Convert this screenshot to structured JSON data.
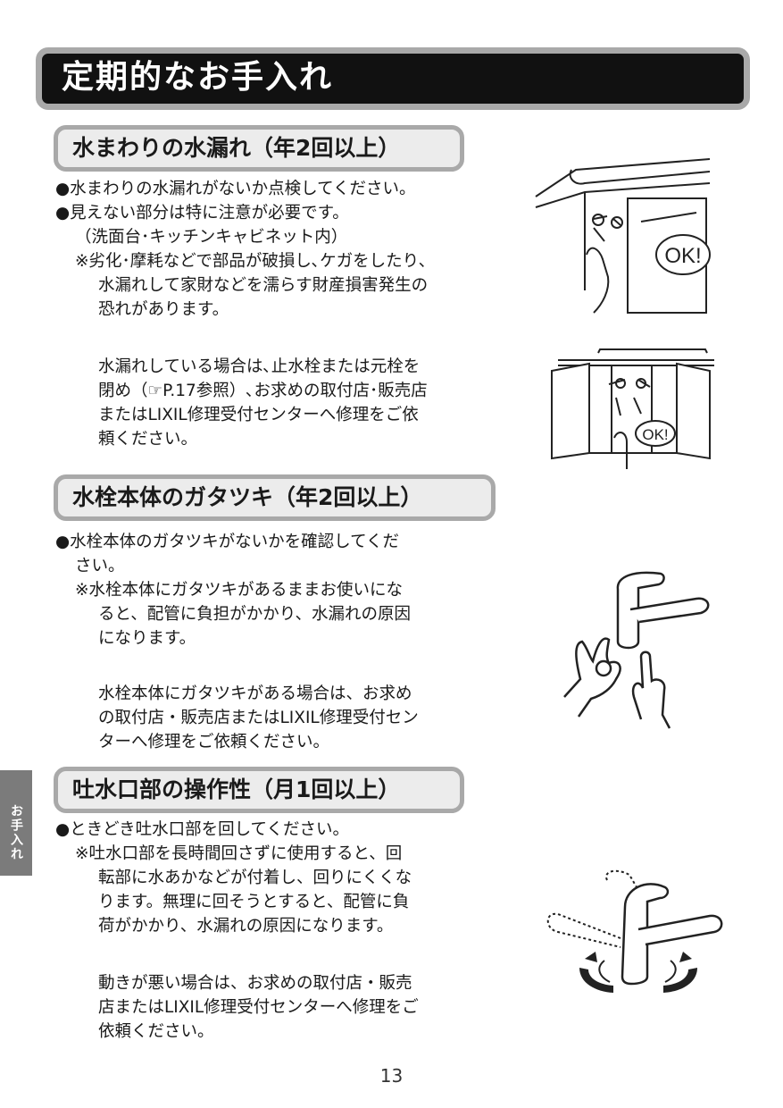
{
  "title": "定期的なお手入れ",
  "sections": [
    {
      "heading": "水まわりの水漏れ（年2回以上）",
      "lines": [
        "●水まわりの水漏れがないか点検してください。",
        "●見えない部分は特に注意が必要です。",
        "（洗面台･キッチンキャビネット内）",
        "※劣化･摩耗などで部品が破損し､ケガをしたり､",
        "水漏れして家財などを濡らす財産損害発生の",
        "恐れがあります。",
        "水漏れしている場合は､止水栓または元栓を",
        "閉め（☞P.17参照）､お求めの取付店･販売店",
        "またはLIXIL修理受付センターへ修理をご依",
        "頼ください。"
      ]
    },
    {
      "heading": "水栓本体のガタツキ（年2回以上）",
      "lines": [
        "●水栓本体のガタツキがないかを確認してくだ",
        "さい。",
        "※水栓本体にガタツキがあるままお使いにな",
        "ると、配管に負担がかかり、水漏れの原因",
        "になります。",
        "水栓本体にガタツキがある場合は、お求め",
        "の取付店・販売店またはLIXIL修理受付セン",
        "ターへ修理をご依頼ください。"
      ]
    },
    {
      "heading": "吐水口部の操作性（月1回以上）",
      "lines": [
        "●ときどき吐水口部を回してください。",
        "※吐水口部を長時間回さずに使用すると、回",
        "転部に水あかなどが付着し、回りにくくな",
        "ります。無理に回そうとすると、配管に負",
        "荷がかかり、水漏れの原因になります。",
        "動きが悪い場合は、お求めの取付店・販売",
        "店またはLIXIL修理受付センターへ修理をご",
        "依頼ください。"
      ]
    }
  ],
  "illustrations": {
    "ok_label_1": "OK!",
    "ok_label_2": "OK!"
  },
  "side_tab": "お手入れ",
  "page_number": "13"
}
